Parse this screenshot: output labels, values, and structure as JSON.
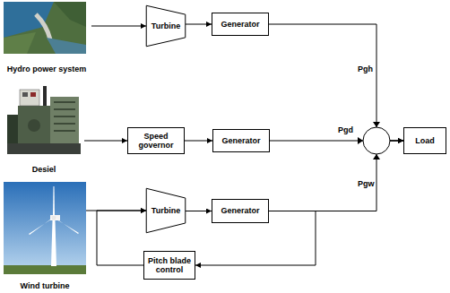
{
  "diagram": {
    "nodes": [
      {
        "text": [
          "Hydro power system"
        ]
      },
      {
        "text": [
          "Turbine"
        ]
      },
      {
        "text": [
          "Generator"
        ]
      },
      {
        "text": [
          "Desiel"
        ]
      },
      {
        "text": [
          "Speed governor"
        ]
      },
      {
        "text": [
          "Generator"
        ]
      },
      {
        "text": [
          "Load"
        ]
      },
      {
        "text": [
          "Wind turbine"
        ]
      },
      {
        "text": [
          "Turbine"
        ]
      },
      {
        "text": [
          "Generator"
        ]
      },
      {
        "text": [
          "Pitch blade control"
        ]
      }
    ],
    "edges": [
      {
        "from": 0,
        "to": 1,
        "arrow": "to"
      },
      {
        "from": 1,
        "to": 2,
        "arrow": "to"
      },
      {
        "from": 2,
        "to": 6,
        "label": "Pgh",
        "arrow": "to"
      },
      {
        "from": 3,
        "to": 4,
        "arrow": "to"
      },
      {
        "from": 4,
        "to": 5,
        "arrow": "to"
      },
      {
        "from": 5,
        "to": 6,
        "label": "Pgd",
        "arrow": "to"
      },
      {
        "from": 7,
        "to": 8,
        "arrow": "to"
      },
      {
        "from": 8,
        "to": 9,
        "arrow": "to"
      },
      {
        "from": 9,
        "to": 6,
        "label": "Pgw",
        "arrow": "to"
      },
      {
        "from": 9,
        "to": 10,
        "arrow": "to"
      },
      {
        "from": 10,
        "to": 8,
        "arrow": "to"
      }
    ]
  }
}
